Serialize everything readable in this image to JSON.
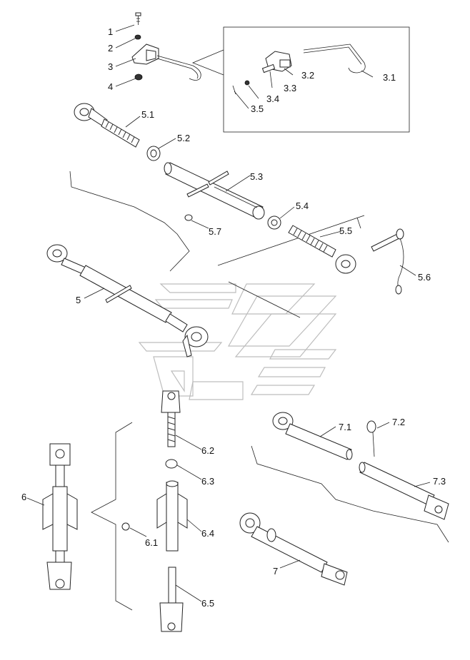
{
  "labels": [
    {
      "id": "l1",
      "text": "1"
    },
    {
      "id": "l2",
      "text": "2"
    },
    {
      "id": "l3",
      "text": "3"
    },
    {
      "id": "l4",
      "text": "4"
    },
    {
      "id": "l31",
      "text": "3.1"
    },
    {
      "id": "l32",
      "text": "3.2"
    },
    {
      "id": "l33",
      "text": "3.3"
    },
    {
      "id": "l34",
      "text": "3.4"
    },
    {
      "id": "l35",
      "text": "3.5"
    },
    {
      "id": "l51",
      "text": "5.1"
    },
    {
      "id": "l52",
      "text": "5.2"
    },
    {
      "id": "l53",
      "text": "5.3"
    },
    {
      "id": "l54",
      "text": "5.4"
    },
    {
      "id": "l55",
      "text": "5.5"
    },
    {
      "id": "l56",
      "text": "5.6"
    },
    {
      "id": "l57",
      "text": "5.7"
    },
    {
      "id": "l5",
      "text": "5"
    },
    {
      "id": "l62",
      "text": "6.2"
    },
    {
      "id": "l63",
      "text": "6.3"
    },
    {
      "id": "l64",
      "text": "6.4"
    },
    {
      "id": "l61",
      "text": "6.1"
    },
    {
      "id": "l65",
      "text": "6.5"
    },
    {
      "id": "l6",
      "text": "6"
    },
    {
      "id": "l71",
      "text": "7.1"
    },
    {
      "id": "l72",
      "text": "7.2"
    },
    {
      "id": "l73",
      "text": "7.3"
    },
    {
      "id": "l7",
      "text": "7"
    }
  ],
  "colors": {
    "line": "#222222",
    "watermark": "#bdbdbd",
    "background": "#ffffff"
  }
}
